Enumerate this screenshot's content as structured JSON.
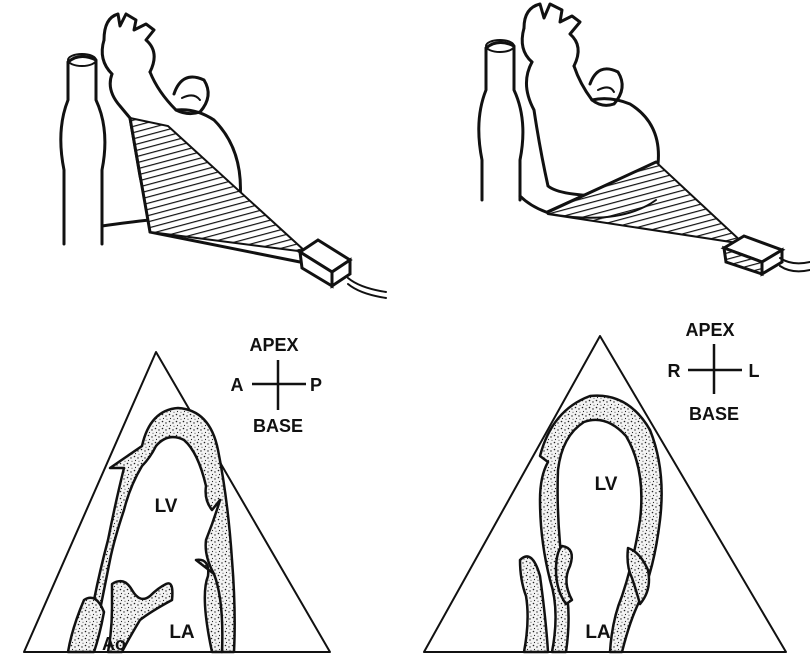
{
  "apical_long_axis": {
    "orientation": {
      "top": "APEX",
      "left": "A",
      "right": "P",
      "bottom": "BASE"
    },
    "labels": {
      "lv": "LV",
      "la": "LA",
      "ao": "Ao"
    }
  },
  "apical_four_chamber": {
    "orientation": {
      "top": "APEX",
      "left": "R",
      "right": "L",
      "bottom": "BASE"
    },
    "labels": {
      "lv": "LV",
      "la": "LA"
    }
  }
}
